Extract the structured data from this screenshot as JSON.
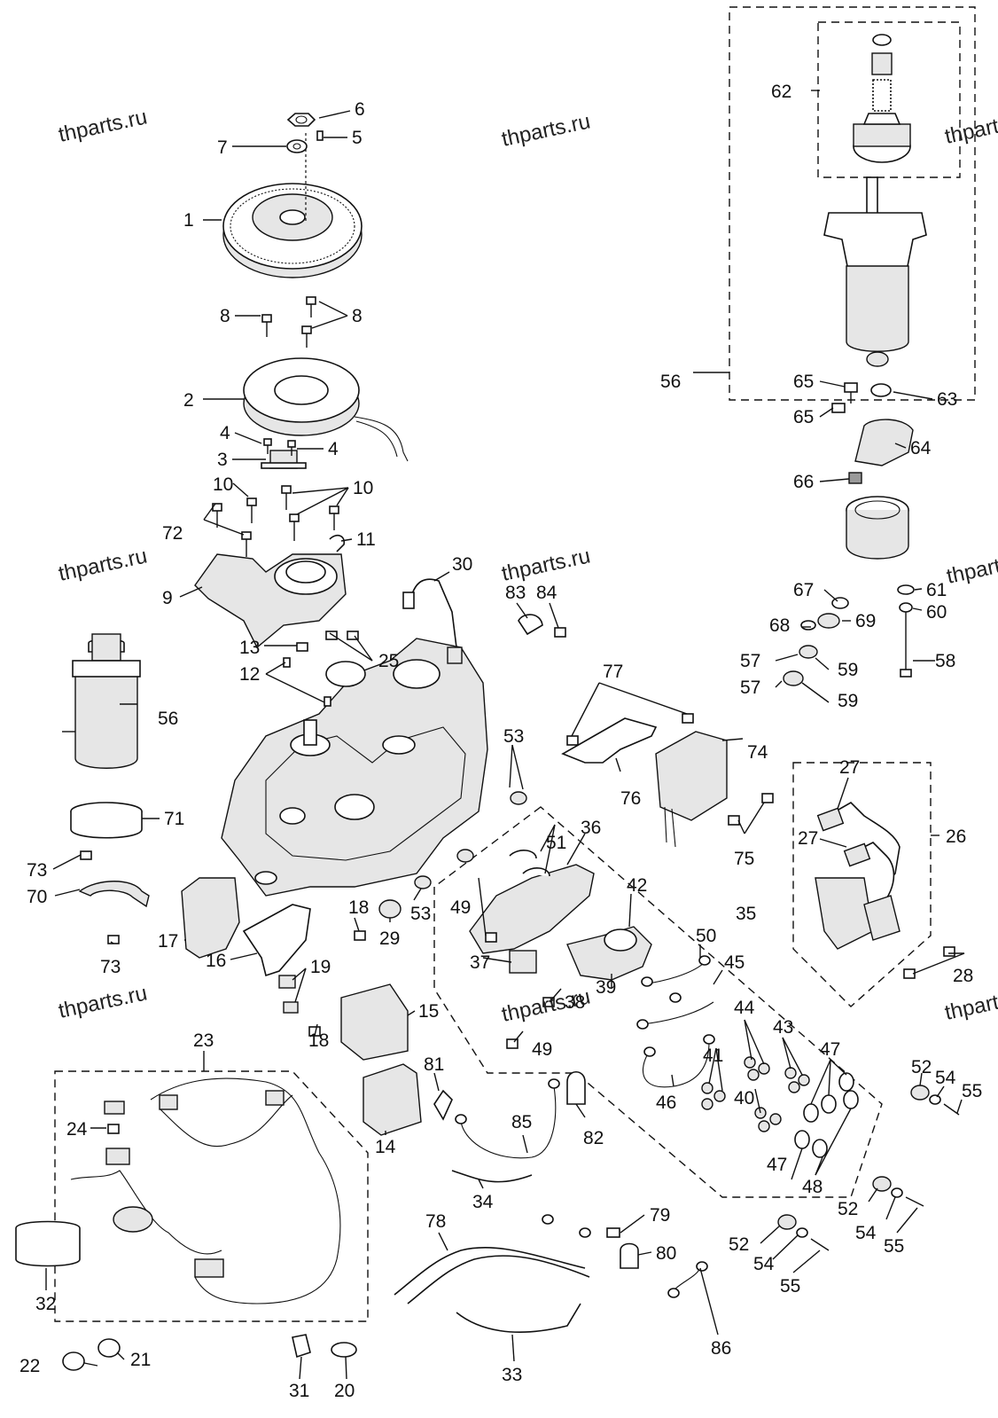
{
  "watermarks": [
    {
      "text": "thparts.ru"
    },
    {
      "text": "thparts.ru"
    },
    {
      "text": "thparts.ru"
    },
    {
      "text": "thparts.ru"
    },
    {
      "text": "thparts.ru"
    },
    {
      "text": "thparts.ru"
    },
    {
      "text": "thparts.ru"
    },
    {
      "text": "thparts.ru"
    },
    {
      "text": "thparts.ru"
    }
  ],
  "callouts": [
    "1",
    "2",
    "3",
    "4",
    "4",
    "5",
    "6",
    "7",
    "8",
    "8",
    "9",
    "10",
    "10",
    "11",
    "12",
    "13",
    "14",
    "15",
    "16",
    "17",
    "18",
    "18",
    "19",
    "20",
    "21",
    "22",
    "23",
    "24",
    "25",
    "26",
    "27",
    "27",
    "28",
    "29",
    "30",
    "31",
    "32",
    "33",
    "34",
    "35",
    "36",
    "37",
    "38",
    "39",
    "40",
    "41",
    "42",
    "43",
    "44",
    "45",
    "46",
    "47",
    "47",
    "48",
    "49",
    "49",
    "50",
    "51",
    "52",
    "52",
    "52",
    "53",
    "53",
    "54",
    "54",
    "54",
    "55",
    "55",
    "55",
    "56",
    "56",
    "57",
    "57",
    "58",
    "59",
    "59",
    "60",
    "61",
    "62",
    "63",
    "64",
    "65",
    "65",
    "66",
    "67",
    "68",
    "69",
    "70",
    "71",
    "72",
    "73",
    "73",
    "74",
    "75",
    "76",
    "77",
    "78",
    "79",
    "80",
    "81",
    "82",
    "83",
    "84",
    "85",
    "86"
  ]
}
